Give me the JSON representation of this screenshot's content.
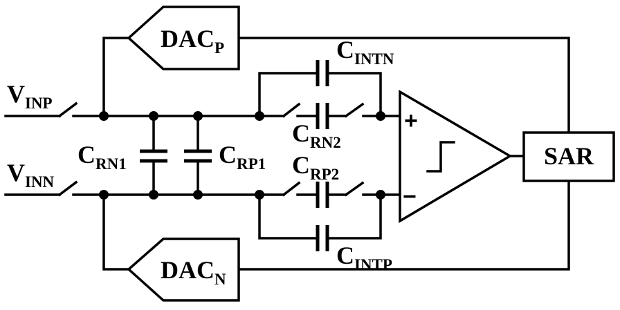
{
  "inputs": {
    "vinp": {
      "main": "V",
      "sub": "INP"
    },
    "vinn": {
      "main": "V",
      "sub": "INN"
    }
  },
  "dacs": {
    "p": {
      "main": "DAC",
      "sub": "P"
    },
    "n": {
      "main": "DAC",
      "sub": "N"
    }
  },
  "capacitors": {
    "c_rn1": {
      "main": "C",
      "sub": "RN1"
    },
    "c_rp1": {
      "main": "C",
      "sub": "RP1"
    },
    "c_rn2": {
      "main": "C",
      "sub": "RN2"
    },
    "c_rp2": {
      "main": "C",
      "sub": "RP2"
    },
    "c_intn": {
      "main": "C",
      "sub": "INTN"
    },
    "c_intp": {
      "main": "C",
      "sub": "INTP"
    }
  },
  "comparator": {
    "plus": "+",
    "minus": "−"
  },
  "sar": {
    "label": "SAR"
  }
}
